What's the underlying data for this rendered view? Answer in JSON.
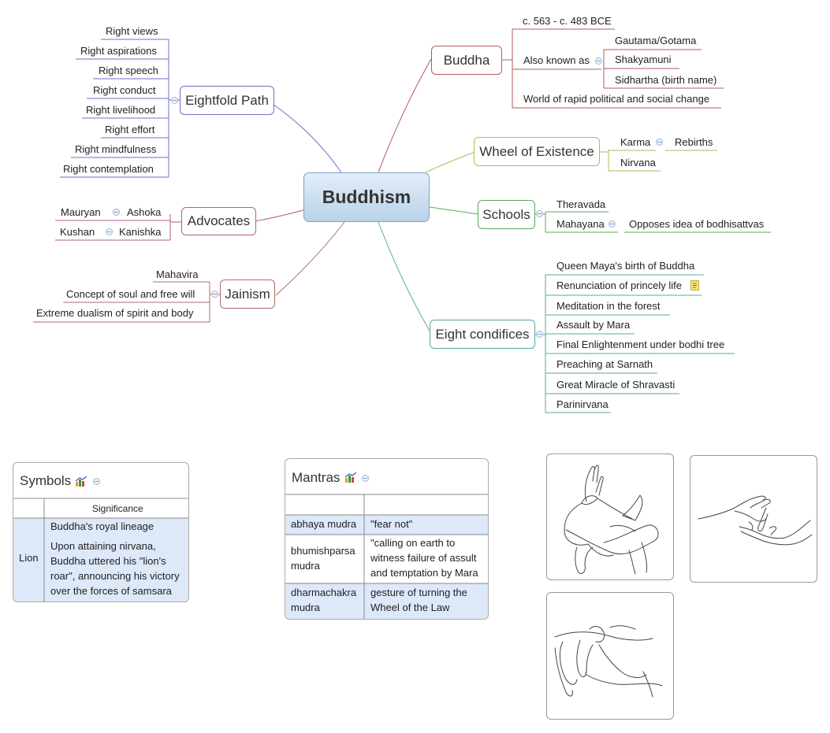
{
  "central": {
    "label": "Buddhism"
  },
  "eightfold": {
    "label": "Eightfold Path",
    "items": [
      "Right views",
      "Right aspirations",
      "Right speech",
      "Right conduct",
      "Right livelihood",
      "Right effort",
      "Right mindfulness",
      "Right contemplation"
    ]
  },
  "advocates": {
    "label": "Advocates",
    "items": [
      {
        "group": "Mauryan",
        "name": "Ashoka"
      },
      {
        "group": "Kushan",
        "name": "Kanishka"
      }
    ]
  },
  "jainism": {
    "label": "Jainism",
    "items": [
      "Mahavira",
      "Concept of soul and free will",
      "Extreme dualism of spirit and body"
    ]
  },
  "buddha": {
    "label": "Buddha",
    "dates": "c. 563 - c. 483 BCE",
    "aka_label": "Also known as",
    "aka": [
      "Gautama/Gotama",
      "Shakyamuni",
      "Sidhartha (birth name)"
    ],
    "world": "World of rapid political and social change"
  },
  "wheel": {
    "label": "Wheel of Existence",
    "karma": "Karma",
    "rebirths": "Rebirths",
    "nirvana": "Nirvana"
  },
  "schools": {
    "label": "Schools",
    "theravada": "Theravada",
    "mahayana": "Mahayana",
    "opposes": "Opposes idea of bodhisattvas"
  },
  "condifices": {
    "label": "Eight condifices",
    "items": [
      "Queen Maya's birth of Buddha",
      "Renunciation of princely life",
      "Meditation in the forest",
      "Assault by Mara",
      "Final Enlightenment under bodhi tree",
      "Preaching at Sarnath",
      "Great Miracle of Shravasti",
      "Parinirvana"
    ]
  },
  "symbols": {
    "title": "Symbols",
    "header": "Significance",
    "row_label": "Lion",
    "row_values": [
      "Buddha's royal lineage",
      "Upon attaining nirvana, Buddha uttered his \"lion's roar\", announcing his victory over the forces of samsara"
    ]
  },
  "mantras": {
    "title": "Mantras",
    "rows": [
      {
        "name": "abhaya mudra",
        "meaning": "\"fear not\""
      },
      {
        "name": "bhumishparsa mudra",
        "meaning": "\"calling on earth to witness failure of assult and temptation by Mara"
      },
      {
        "name": "dharmachakra mudra",
        "meaning": "gesture of turning the Wheel of the Law"
      }
    ]
  },
  "colors": {
    "eightfold": "#6f6fc7",
    "advocates": "#b85c8a",
    "jainism": "#b06a6a",
    "buddha": "#b55a5a",
    "wheel": "#a9be5e",
    "schools": "#58a85a",
    "condifices": "#5aa8a0",
    "highlight_row": "#dde8f8"
  },
  "icons": {
    "collapse": "collapse-circle-icon",
    "note": "note-icon",
    "chart": "chart-icon",
    "hand_raised": "raised-hand-mudra-illustration",
    "hand_touch": "touching-hands-mudra-illustration",
    "hand_lap": "crossed-legs-mudra-illustration"
  }
}
